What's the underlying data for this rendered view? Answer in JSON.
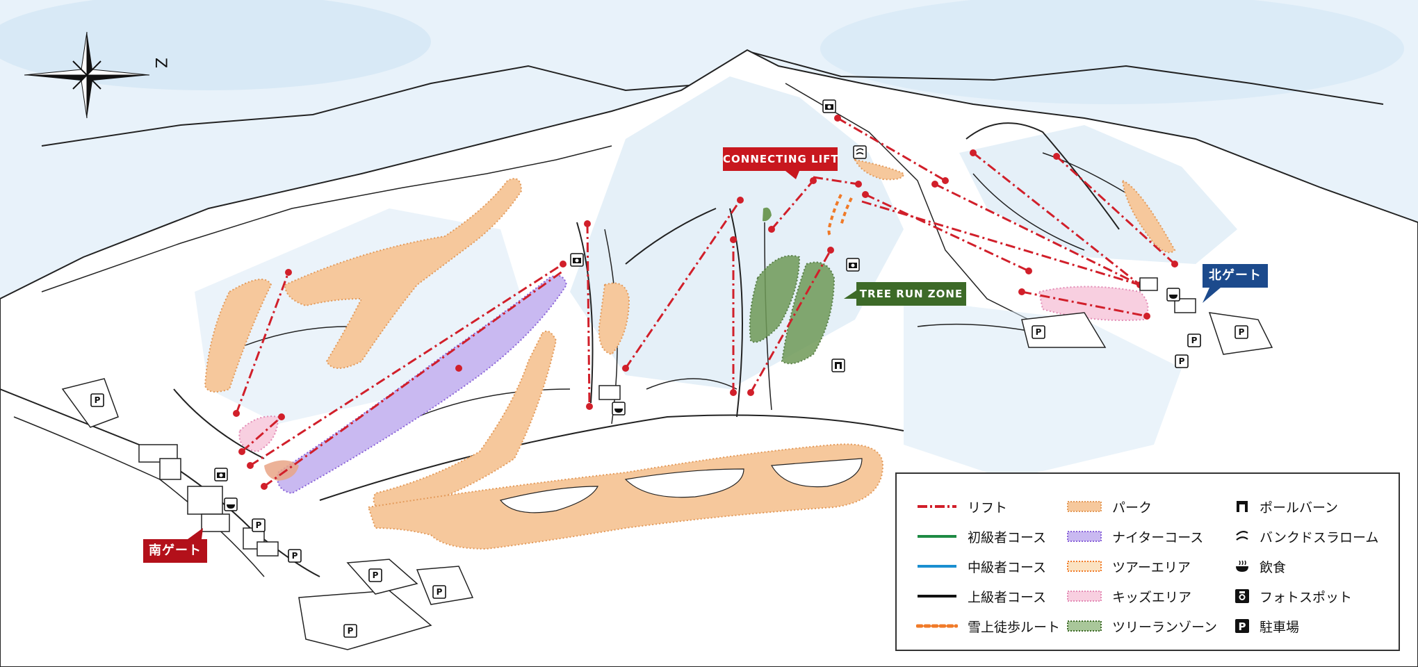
{
  "compass": {
    "north_label": "Z"
  },
  "callouts": {
    "connecting_lift": "CONNECTING LIFT",
    "tree_run_zone": "TREE RUN ZONE",
    "south_gate": "南ゲート",
    "north_gate": "北ゲート"
  },
  "legend": {
    "col1": [
      {
        "label": "リフト",
        "icon": "lift-line",
        "color": "#d11f2a"
      },
      {
        "label": "初級者コース",
        "icon": "beginner-course-line",
        "color": "#1e8a43"
      },
      {
        "label": "中級者コース",
        "icon": "intermediate-course-line",
        "color": "#1a8fd0"
      },
      {
        "label": "上級者コース",
        "icon": "advanced-course-line",
        "color": "#111111"
      },
      {
        "label": "雪上徒歩ルート",
        "icon": "snow-walk-route",
        "color": "#f07a28"
      }
    ],
    "col2": [
      {
        "label": "パーク",
        "icon": "park-area",
        "color": "#f6c89c"
      },
      {
        "label": "ナイターコース",
        "icon": "night-course-area",
        "color": "#c9b9f1"
      },
      {
        "label": "ツアーエリア",
        "icon": "tour-area",
        "color": "#fbe2c1"
      },
      {
        "label": "キッズエリア",
        "icon": "kids-area",
        "color": "#f8cfe0"
      },
      {
        "label": "ツリーランゾーン",
        "icon": "tree-run-area",
        "color": "#a9c79a"
      }
    ],
    "col3": [
      {
        "label": "ポールバーン",
        "icon": "pole-course-icon"
      },
      {
        "label": "バンクドスラローム",
        "icon": "banked-slalom-icon"
      },
      {
        "label": "飲食",
        "icon": "food-icon"
      },
      {
        "label": "フォトスポット",
        "icon": "camera-icon"
      },
      {
        "label": "駐車場",
        "icon": "parking-icon"
      }
    ]
  },
  "map_markers": {
    "parking_label": "P"
  },
  "colors": {
    "sky": "#e6f1f9",
    "snow": "#ffffff",
    "lift": "#d11f2a",
    "park": "#f6c89c",
    "night": "#c9b9f1",
    "kids": "#f8cfe0",
    "tree_run": "#6f9a58",
    "connecting_lift_bg": "#c8171e",
    "tree_run_bg": "#3d6a28",
    "south_gate_bg": "#b3101a",
    "north_gate_bg": "#1c4a8c"
  }
}
